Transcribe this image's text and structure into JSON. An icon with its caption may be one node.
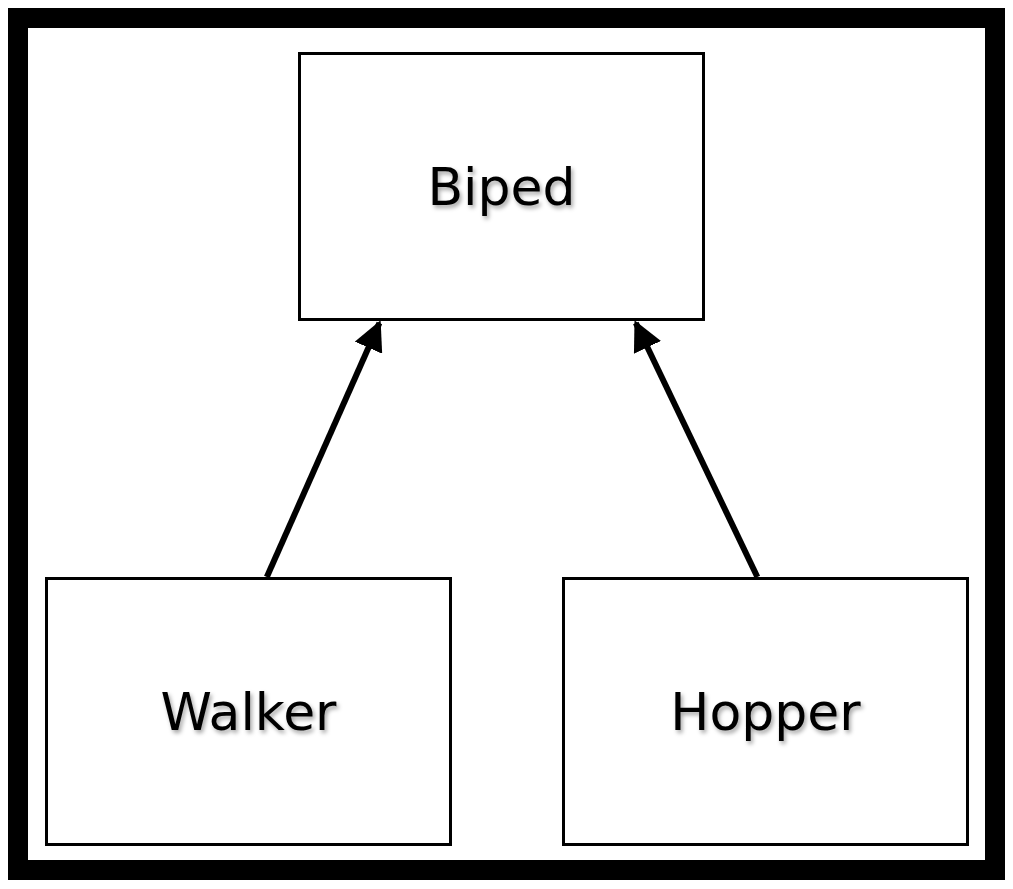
{
  "diagram": {
    "nodes": [
      {
        "text": [
          "Biped"
        ]
      },
      {
        "text": [
          "Walker"
        ]
      },
      {
        "text": [
          "Hopper"
        ]
      }
    ],
    "edges": [
      {
        "from": 1,
        "to": 0,
        "arrow": "to"
      },
      {
        "from": 2,
        "to": 0,
        "arrow": "to"
      }
    ]
  }
}
